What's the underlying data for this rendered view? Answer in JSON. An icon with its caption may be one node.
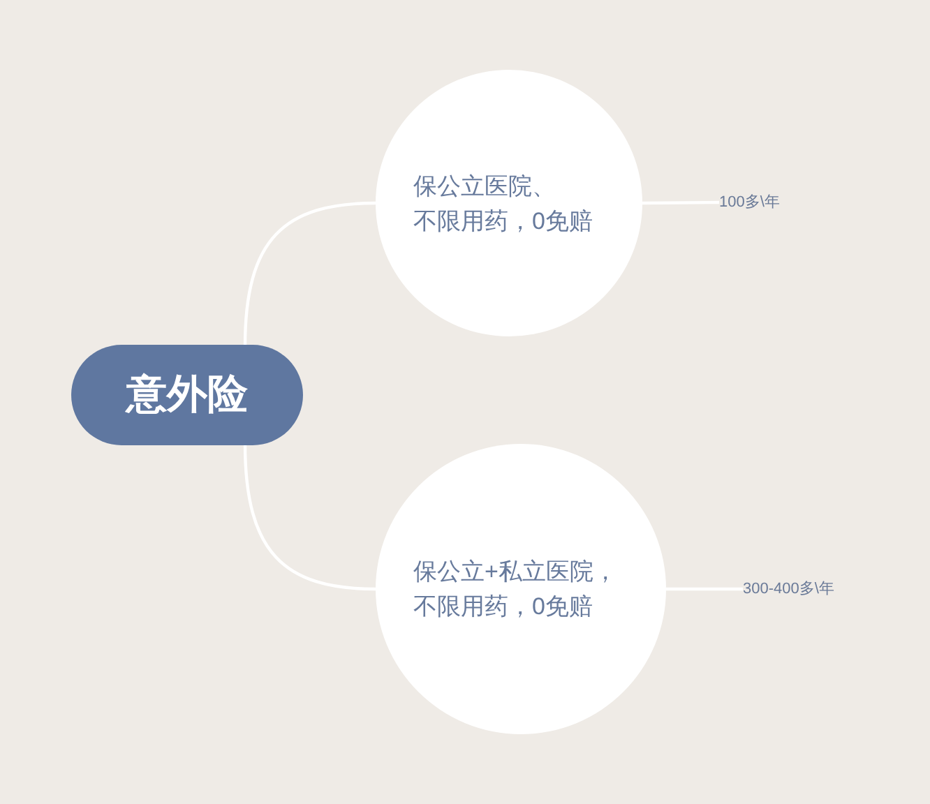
{
  "diagram": {
    "nodes": [
      {
        "text": [
          "意外险"
        ]
      },
      {
        "text": [
          "保公立医院、不限用药，0免赔"
        ]
      },
      {
        "text": [
          "100多\\年"
        ]
      },
      {
        "text": [
          "保公立+私立医院，不限用药，0免赔"
        ]
      },
      {
        "text": [
          "300-400多\\年"
        ]
      }
    ],
    "edges": [
      {
        "from": 0,
        "to": 1,
        "arrow": "none"
      },
      {
        "from": 1,
        "to": 2,
        "arrow": "none"
      },
      {
        "from": 0,
        "to": 3,
        "arrow": "none"
      },
      {
        "from": 3,
        "to": 4,
        "arrow": "none"
      }
    ]
  }
}
